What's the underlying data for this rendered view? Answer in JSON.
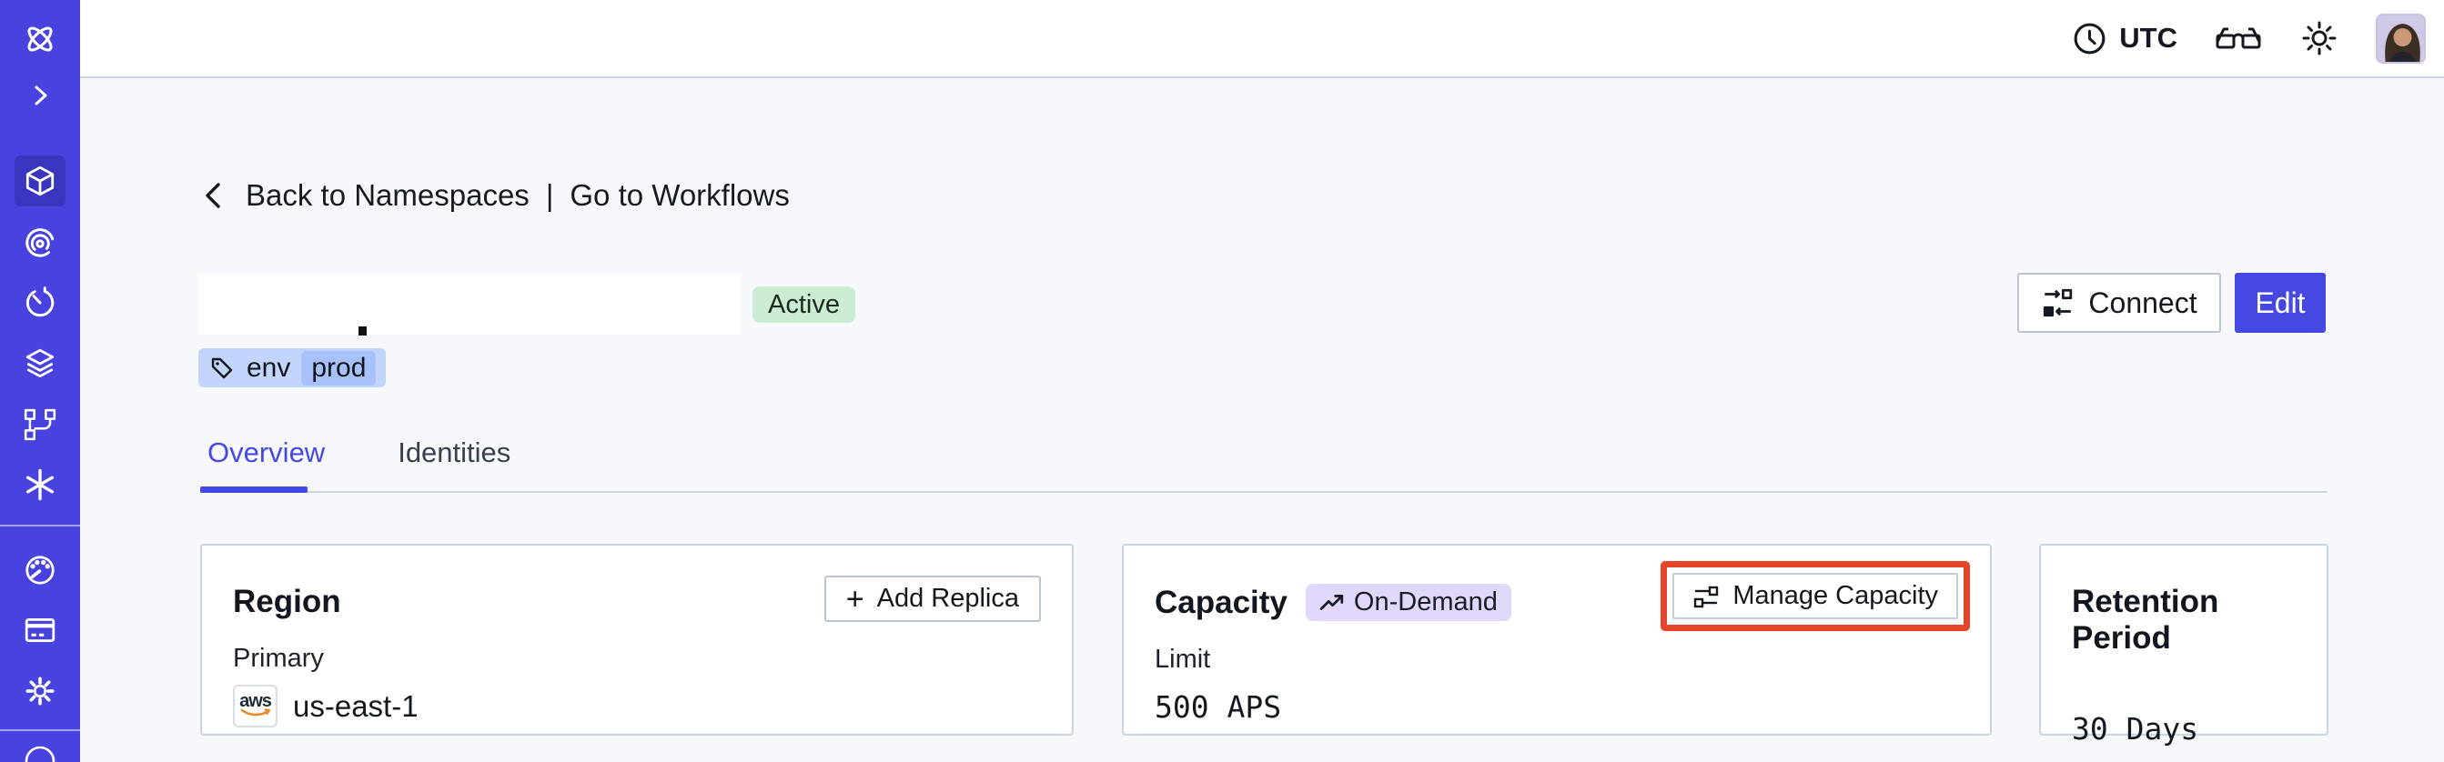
{
  "topbar": {
    "timezone": "UTC"
  },
  "breadcrumb": {
    "back": "Back to Namespaces",
    "separator": "|",
    "forward": "Go to Workflows"
  },
  "namespace": {
    "status": "Active",
    "tag": {
      "key": "env",
      "value": "prod"
    }
  },
  "actions": {
    "connect": "Connect",
    "edit": "Edit"
  },
  "tabs": [
    {
      "label": "Overview",
      "active": true
    },
    {
      "label": "Identities",
      "active": false
    }
  ],
  "cards": {
    "region": {
      "title": "Region",
      "plus": "+",
      "add_replica_label": "Add Replica",
      "field": "Primary",
      "provider": "aws",
      "value": "us-east-1"
    },
    "capacity": {
      "title": "Capacity",
      "badge": "On-Demand",
      "manage_label": "Manage Capacity",
      "field": "Limit",
      "value": "500 APS"
    },
    "retention": {
      "title": "Retention Period",
      "value": "30 Days"
    }
  },
  "sidebar": {
    "items": [
      {
        "icon": "temporal-logo"
      },
      {
        "icon": "expand-chevron"
      },
      {
        "icon": "namespaces-cube",
        "active": true
      },
      {
        "icon": "workflows-spiral"
      },
      {
        "icon": "schedules-timer"
      },
      {
        "icon": "deployments-layers"
      },
      {
        "icon": "worker-branch"
      },
      {
        "icon": "nexus-asterisk"
      },
      {
        "icon": "usage-gauge"
      },
      {
        "icon": "billing-card"
      },
      {
        "icon": "settings-gear"
      },
      {
        "icon": "bottom-partial-circle"
      }
    ]
  },
  "colors": {
    "accent": "#4549E2",
    "sidebar": "#4842DE",
    "sidebarActive": "#3A35BE",
    "highlight": "#E5452B",
    "statusBg": "#CBEBD3",
    "tagBg": "#C4D5FD",
    "tagInnerBg": "#A9C1FA",
    "badgeBg": "#E0D7FA",
    "border": "#C9D4E2",
    "pageBg": "#F7F8FB"
  }
}
